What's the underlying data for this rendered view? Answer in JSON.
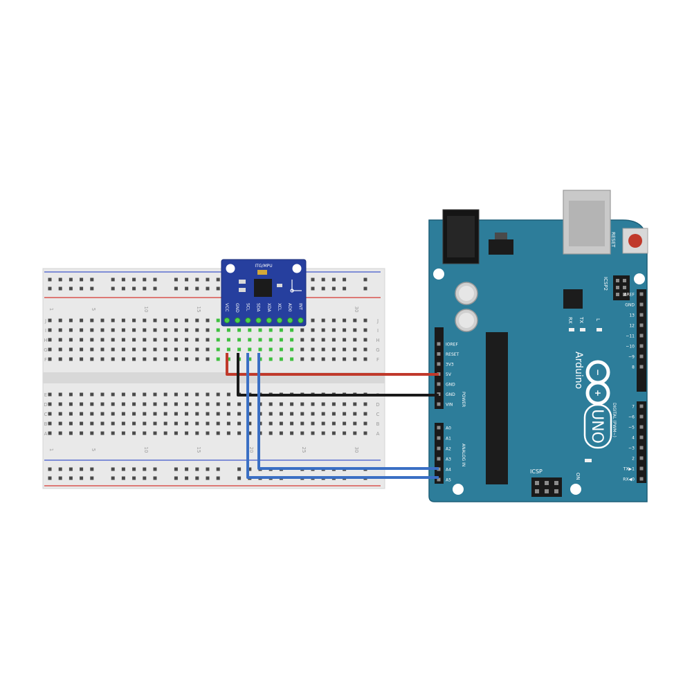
{
  "sensor": {
    "title": "ITG/MPU",
    "pins": [
      "VCC",
      "GND",
      "SCL",
      "SDA",
      "XDA",
      "XCL",
      "AD0",
      "INT"
    ]
  },
  "breadboard": {
    "column_numbers": [
      "1",
      "5",
      "10",
      "15",
      "20",
      "25",
      "30"
    ],
    "row_letters_top": [
      "J",
      "I",
      "H",
      "G",
      "F"
    ],
    "row_letters_bottom": [
      "E",
      "D",
      "C",
      "B",
      "A"
    ]
  },
  "arduino": {
    "logo_text": "Arduino",
    "model": "UNO",
    "reset_label": "RESET",
    "icsp2_label": "ICSP2",
    "icsp_label": "ICSP",
    "on_label": "ON",
    "l_label": "L",
    "tx_label": "TX",
    "rx_label": "RX",
    "power_header_label": "POWER",
    "analog_header_label": "ANALOG IN",
    "digital_header_label": "DIGITAL (PWM~)",
    "power_pins": [
      "IOREF",
      "RESET",
      "3V3",
      "5V",
      "GND",
      "GND",
      "VIN"
    ],
    "analog_pins": [
      "A0",
      "A1",
      "A2",
      "A3",
      "A4",
      "A5"
    ],
    "digital_top_pins": [
      "AREF",
      "GND",
      "13",
      "12",
      "~11",
      "~10",
      "~9",
      "8"
    ],
    "digital_bottom_pins": [
      "7",
      "~6",
      "~5",
      "4",
      "~3",
      "2",
      "TX▶1",
      "RX◀0"
    ]
  },
  "wires": [
    {
      "from": "VCC",
      "to": "5V",
      "color": "#c0392b"
    },
    {
      "from": "GND",
      "to": "GND",
      "color": "#1a1a1a"
    },
    {
      "from": "SCL",
      "to": "A5",
      "color": "#3a6fc4"
    },
    {
      "from": "SDA",
      "to": "A4",
      "color": "#3a6fc4"
    }
  ],
  "colors": {
    "board": "#2d7d9a",
    "sensor": "#263f9e",
    "breadboard": "#e9e9e9",
    "rail_red": "#d9534f",
    "rail_blue": "#5b6fd0"
  }
}
